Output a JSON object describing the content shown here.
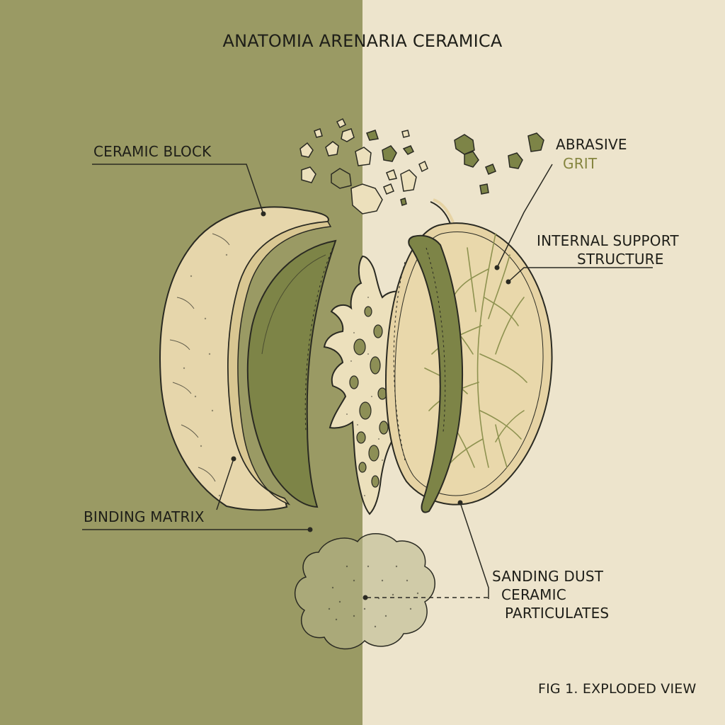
{
  "title": "ANATOMIA ARENARIA CERAMICA",
  "labels": {
    "ceramic_block": "CERAMIC BLOCK",
    "abrasive": "ABRASIVE",
    "grit": "GRIT",
    "support_line1": "INTERNAL SUPPORT",
    "support_line2": "STRUCTURE",
    "binding_matrix": "BINDING MATRIX",
    "dust_line1": "SANDING DUST",
    "dust_line2": "CERAMIC",
    "dust_line3": "PARTICULATES"
  },
  "caption": "FIG 1. EXPLODED VIEW",
  "colors": {
    "left_background": "#9a9a64",
    "right_background": "#ede4cc",
    "ceramic_fill": "#e6d6ab",
    "olive_fill": "#7d8447",
    "outline": "#2a2a22",
    "grit_text": "#85853f",
    "vein": "#8e9250"
  }
}
